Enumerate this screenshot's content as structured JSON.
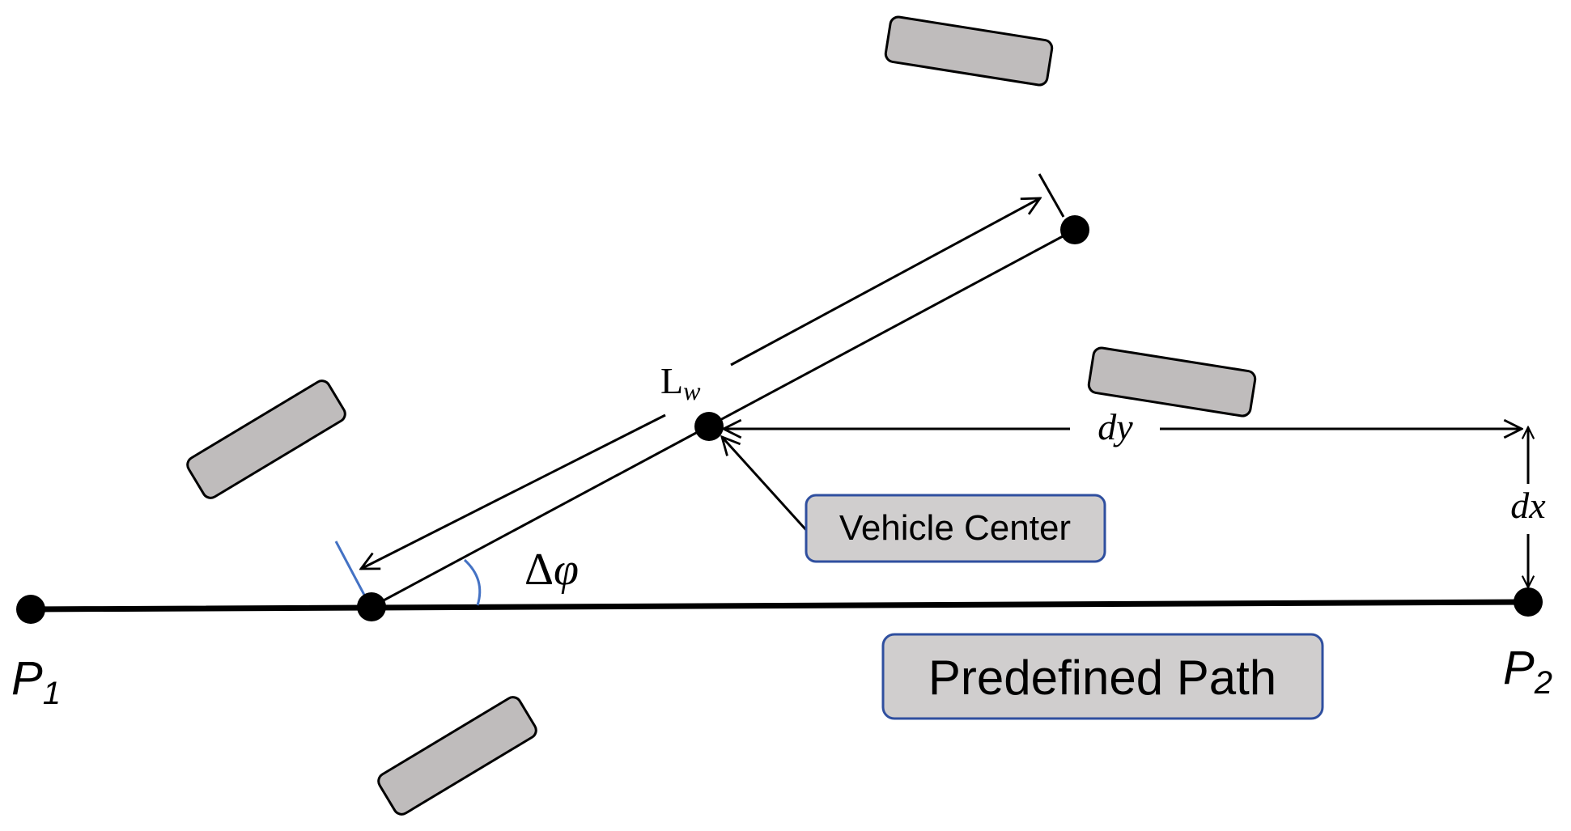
{
  "colors": {
    "stroke": "#000000",
    "wheel_fill": "#bfbcbc",
    "label_fill": "#d0cece",
    "label_border": "#2f4f9f",
    "angle_arc": "#4472c4"
  },
  "points": {
    "p1": {
      "label": "P",
      "sub": "1"
    },
    "p2": {
      "label": "P",
      "sub": "2"
    }
  },
  "labels": {
    "lw_main": "L",
    "lw_sub": "w",
    "dy": "dy",
    "dx": "dx",
    "delta": "Δ",
    "phi": "φ",
    "vehicle_center": "Vehicle Center",
    "predefined_path": "Predefined Path"
  }
}
